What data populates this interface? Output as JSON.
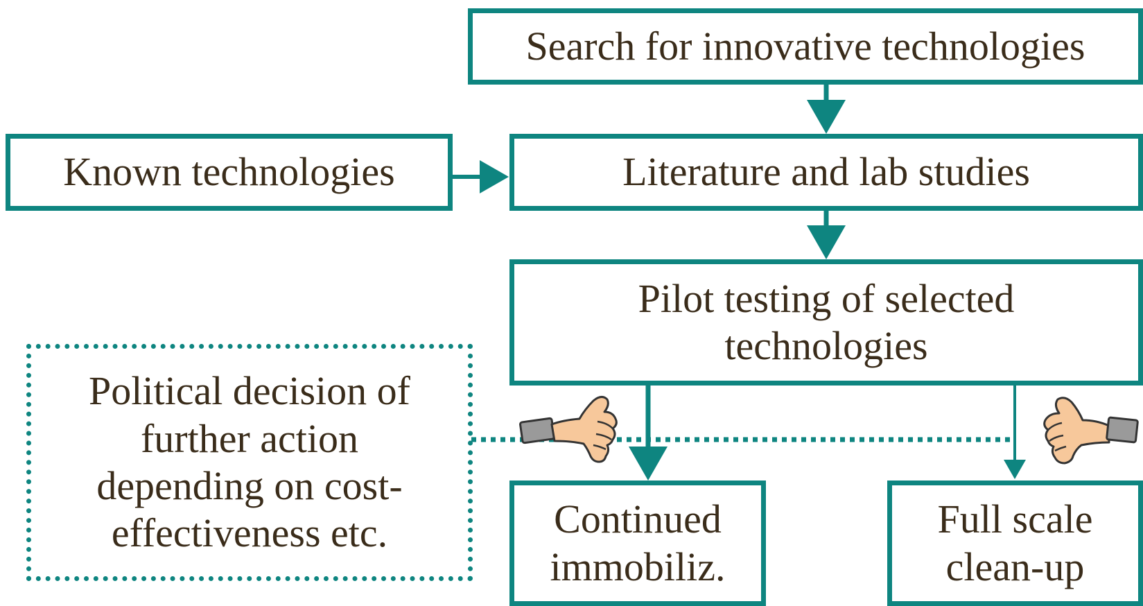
{
  "nodes": {
    "search": "Search for innovative technologies",
    "known": "Known technologies",
    "literature": "Literature and lab studies",
    "pilot_line1": "Pilot testing of selected",
    "pilot_line2": "technologies",
    "political_line1": "Political decision of",
    "political_line2": "further action",
    "political_line3": "depending on cost-",
    "political_line4": "effectiveness etc.",
    "continued_line1": "Continued",
    "continued_line2": "immobiliz.",
    "fullscale_line1": "Full scale",
    "fullscale_line2": "clean-up"
  },
  "icons": {
    "negative": "thumbs-down-icon",
    "positive": "thumbs-up-icon"
  },
  "colors": {
    "stroke": "#0e8580",
    "text": "#3a2c1a",
    "skin": "#f7c89b",
    "cuff": "#9a9a9a"
  }
}
